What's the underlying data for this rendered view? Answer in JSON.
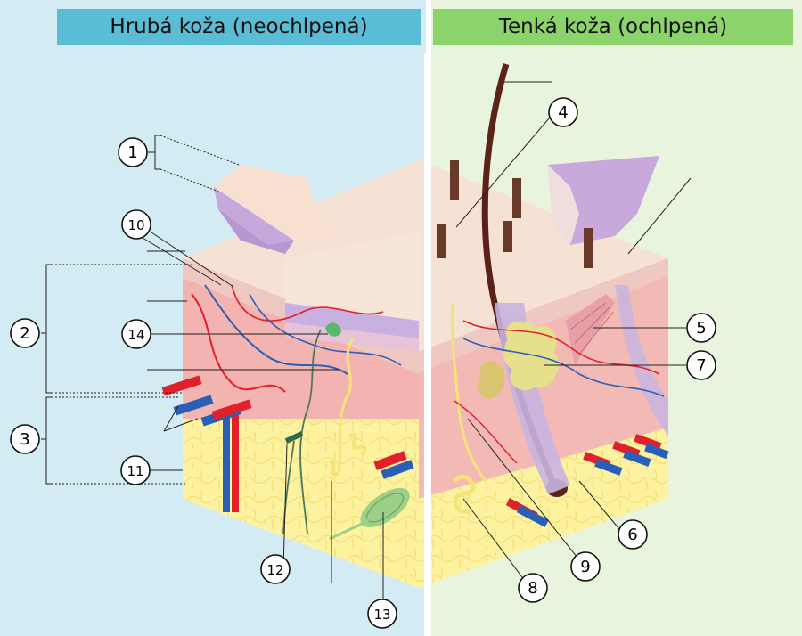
{
  "titles": {
    "left": "Hrubá koža (neochlpená)",
    "right": "Tenká koža (ochlpená)"
  },
  "markers": {
    "m1": "1",
    "m2": "2",
    "m3": "3",
    "m4": "4",
    "m5": "5",
    "m6": "6",
    "m7": "7",
    "m8": "8",
    "m9": "9",
    "m10": "10",
    "m11": "11",
    "m12": "12",
    "m13": "13",
    "m14": "14"
  },
  "colors": {
    "left_background": "#d3ebf3",
    "right_background": "#e8f4dd",
    "left_header": "#5bbcd6",
    "right_header": "#8cd36c",
    "epidermis": "#f5e2d5",
    "dermis": "#f3b3b0",
    "hypodermis": "#fdf2a0",
    "artery": "#e0202a",
    "vein": "#2a5fb8",
    "hair": "#5a2218"
  }
}
